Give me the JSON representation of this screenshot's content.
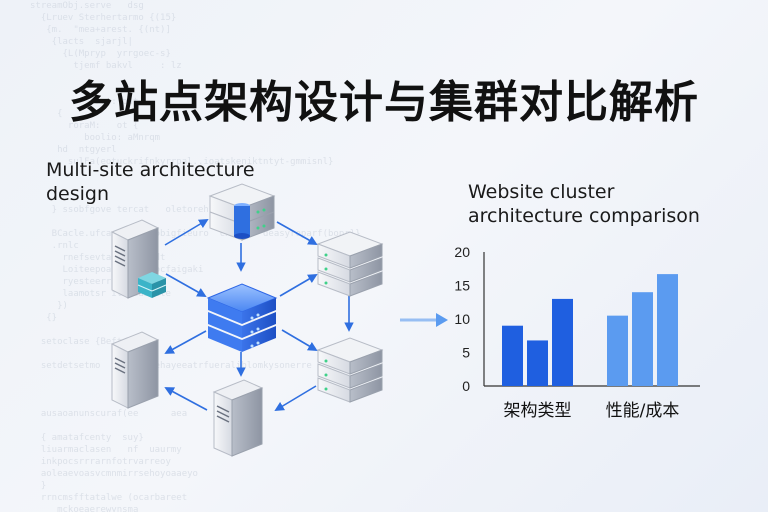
{
  "title": "多站点架构设计与集群对比解析",
  "left_label_line1": "Multi-site architecture",
  "left_label_line2": "design",
  "right_label_line1": "Website cluster",
  "right_label_line2": "architecture comparison",
  "icons": {
    "server_tower": "server-tower-icon",
    "server_rack": "server-rack-icon",
    "database": "database-icon",
    "central_hub": "central-server-hub-icon"
  },
  "colors": {
    "arrow": "#2f6fe0",
    "bar_dark": "#1f5fe0",
    "bar_light": "#5b9bf0",
    "hub": "#2d66e6"
  },
  "chart_data": {
    "type": "bar",
    "categories": [
      "架构类型",
      "性能/成本"
    ],
    "series": [
      {
        "values": [
          9,
          10.5
        ]
      },
      {
        "values": [
          6.8,
          14
        ]
      },
      {
        "values": [
          13,
          16.7
        ]
      }
    ],
    "ylim": [
      0,
      20
    ],
    "yticks": [
      "0",
      "5",
      "10",
      "15",
      "20"
    ],
    "grid": false
  }
}
